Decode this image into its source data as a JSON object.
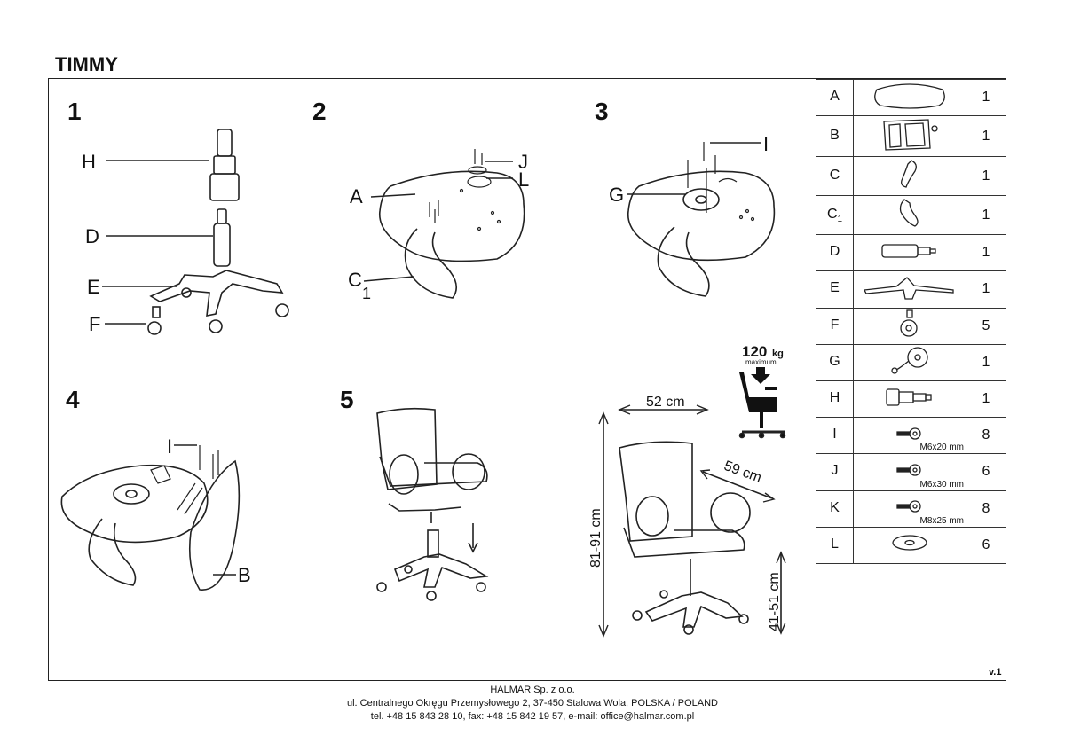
{
  "title": "TIMMY",
  "version": "v.1",
  "steps": {
    "s1": "1",
    "s2": "2",
    "s3": "3",
    "s4": "4",
    "s5": "5"
  },
  "labels": {
    "H": "H",
    "D": "D",
    "E": "E",
    "F": "F",
    "A": "A",
    "C1_main": "C",
    "C1_sub": "1",
    "J": "J",
    "L": "L",
    "G": "G",
    "I": "I",
    "B": "B"
  },
  "specs": {
    "max_load": "120",
    "max_load_unit": "kg",
    "max_load_caption": "maximum",
    "width": "52 cm",
    "depth": "59 cm",
    "height": "81-91 cm",
    "seat_height": "41-51 cm"
  },
  "parts": [
    {
      "letter": "A",
      "sub": "",
      "qty": "1",
      "icon": "seat-cushion-icon",
      "spec": ""
    },
    {
      "letter": "B",
      "sub": "",
      "qty": "1",
      "icon": "backrest-icon",
      "spec": ""
    },
    {
      "letter": "C",
      "sub": "",
      "qty": "1",
      "icon": "armrest-icon",
      "spec": ""
    },
    {
      "letter": "C",
      "sub": "1",
      "qty": "1",
      "icon": "armrest-left-icon",
      "spec": ""
    },
    {
      "letter": "D",
      "sub": "",
      "qty": "1",
      "icon": "gas-lift-icon",
      "spec": ""
    },
    {
      "letter": "E",
      "sub": "",
      "qty": "1",
      "icon": "star-base-icon",
      "spec": ""
    },
    {
      "letter": "F",
      "sub": "",
      "qty": "5",
      "icon": "caster-wheel-icon",
      "spec": ""
    },
    {
      "letter": "G",
      "sub": "",
      "qty": "1",
      "icon": "tilt-mechanism-icon",
      "spec": ""
    },
    {
      "letter": "H",
      "sub": "",
      "qty": "1",
      "icon": "gas-cylinder-cover-icon",
      "spec": ""
    },
    {
      "letter": "I",
      "sub": "",
      "qty": "8",
      "icon": "bolt-icon",
      "spec": "M6x20 mm"
    },
    {
      "letter": "J",
      "sub": "",
      "qty": "6",
      "icon": "bolt-icon",
      "spec": "M6x30 mm"
    },
    {
      "letter": "K",
      "sub": "",
      "qty": "8",
      "icon": "bolt-icon",
      "spec": "M8x25 mm"
    },
    {
      "letter": "L",
      "sub": "",
      "qty": "6",
      "icon": "washer-icon",
      "spec": ""
    }
  ],
  "footer": {
    "company": "HALMAR Sp. z o.o.",
    "address": "ul. Centralnego Okręgu Przemysłowego 2, 37-450 Stalowa Wola, POLSKA / POLAND",
    "contact": "tel. +48 15 843 28 10, fax: +48 15 842 19 57, e-mail: office@halmar.com.pl"
  },
  "colors": {
    "line": "#222222",
    "background": "#ffffff"
  }
}
